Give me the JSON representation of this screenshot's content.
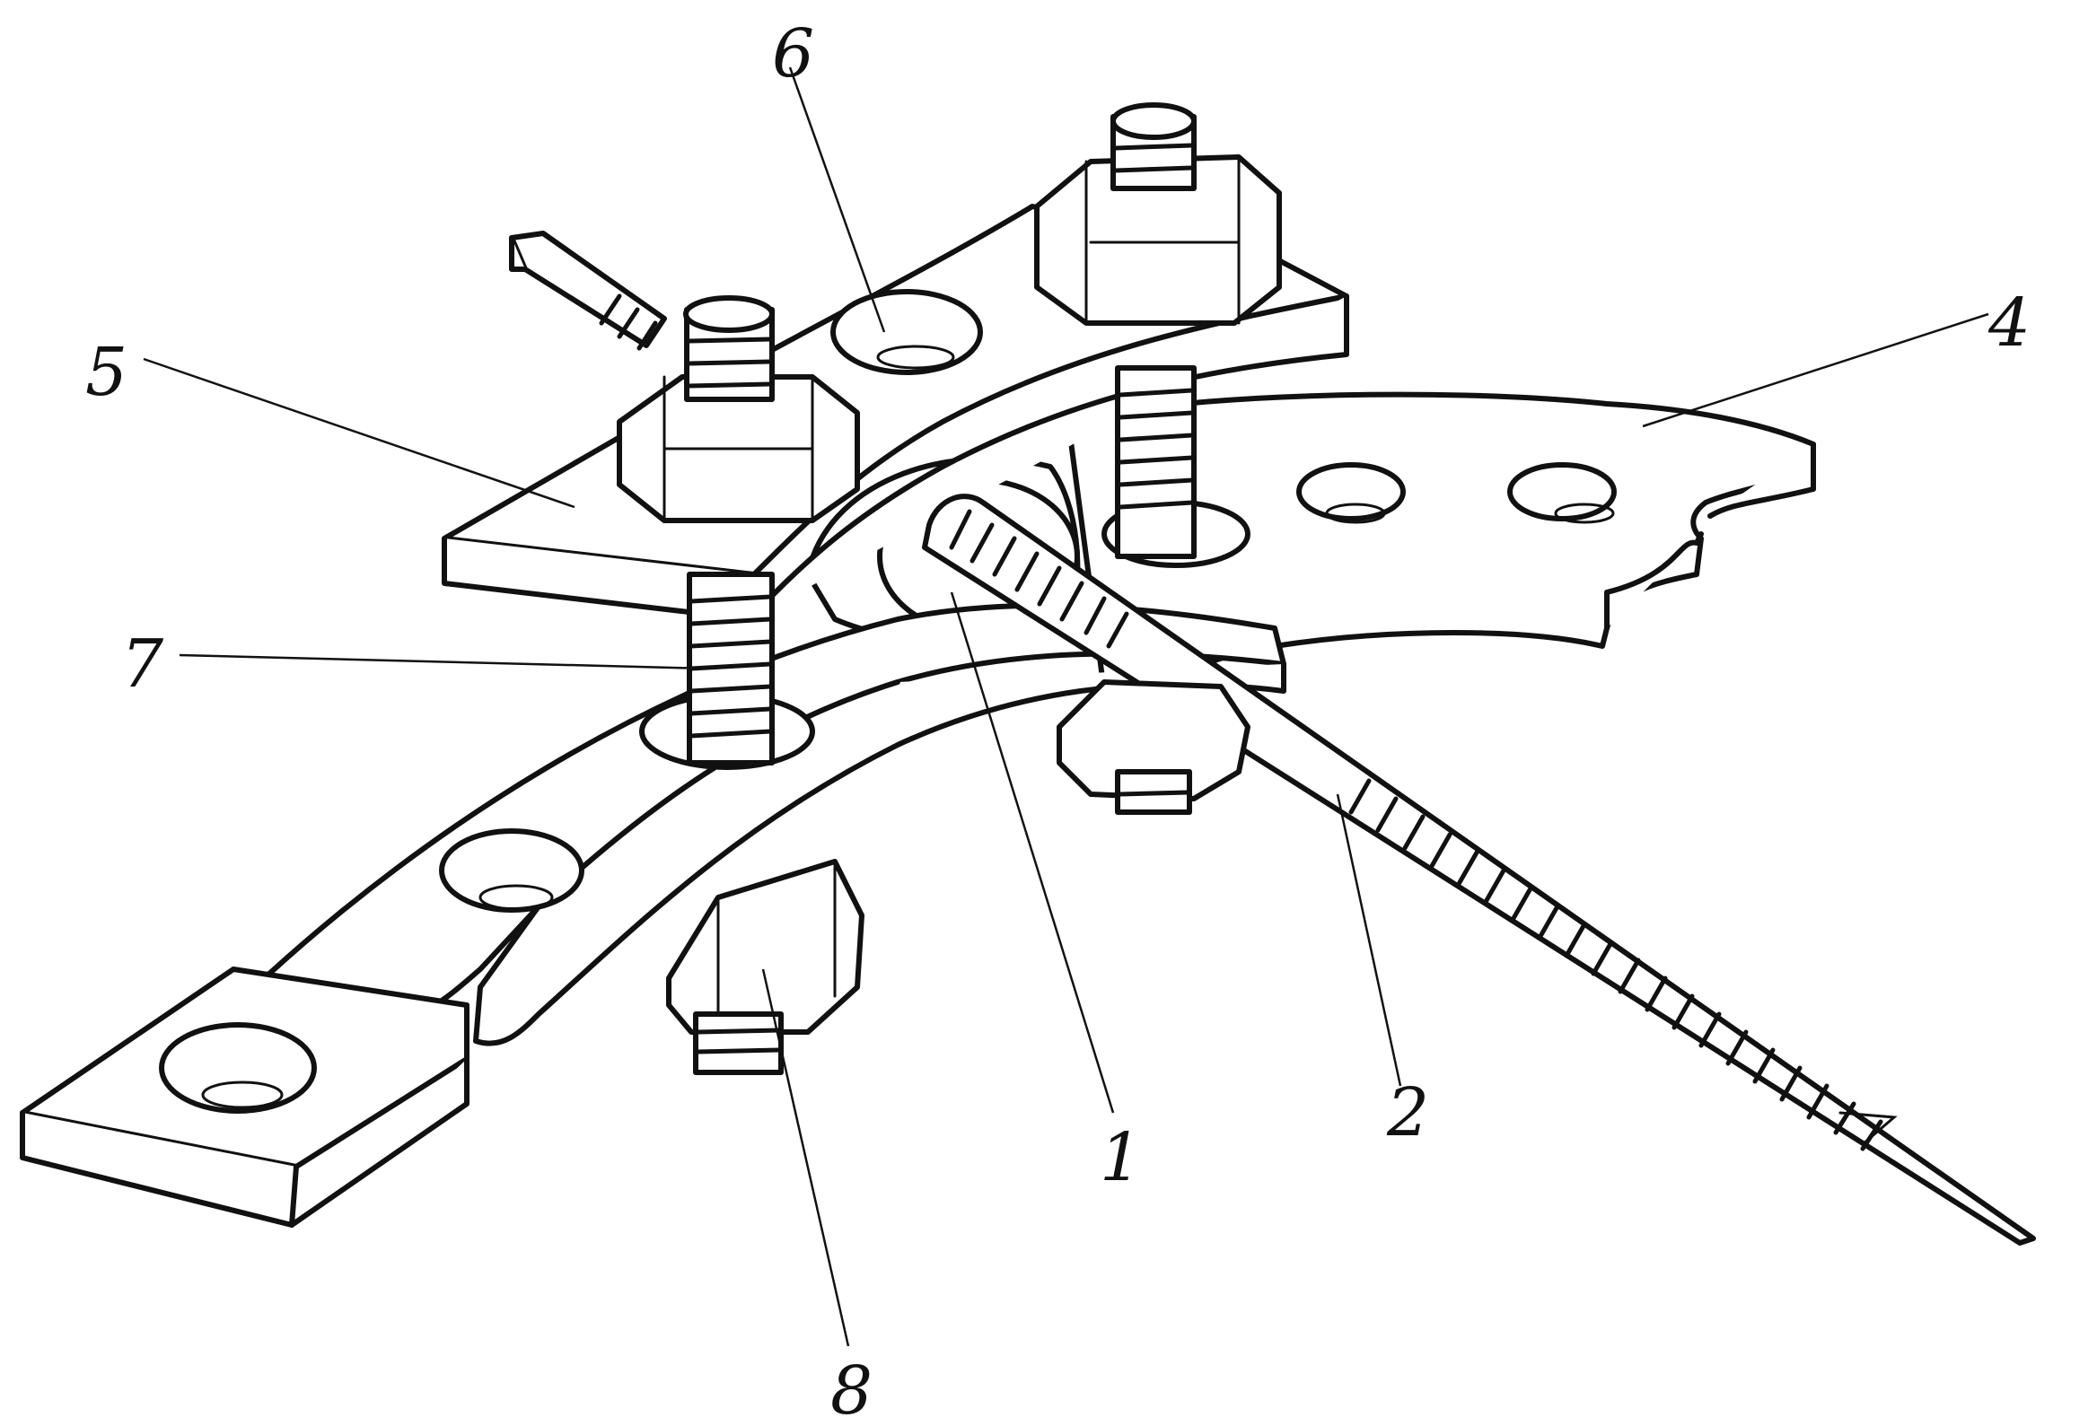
{
  "figure": {
    "part_labels": [
      "6",
      "4",
      "5",
      "7",
      "1",
      "2",
      "8"
    ],
    "colors": {
      "ink": "#111111",
      "paper": "#ffffff"
    }
  }
}
